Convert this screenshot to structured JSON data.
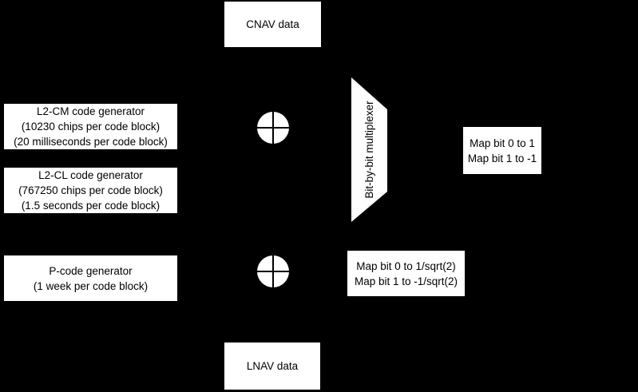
{
  "page": {
    "background_color": "#000000",
    "shape_fill_color": "#ffffff",
    "text_color": "#000000"
  },
  "diagram": {
    "cnav_box": {
      "label": "CNAV data"
    },
    "l2cm_box": {
      "lines": [
        "L2-CM code generator",
        "(10230 chips per code block)",
        "(20 milliseconds per code block)"
      ]
    },
    "l2cl_box": {
      "lines": [
        "L2-CL code generator",
        "(767250 chips per code block)",
        "(1.5 seconds per code block)"
      ]
    },
    "pcode_box": {
      "lines": [
        "P-code generator",
        "(1 week per code block)"
      ]
    },
    "multiplexer": {
      "label": "Bit-by-bit multiplexer"
    },
    "map_bits_box": {
      "lines": [
        "Map bit 0 to 1",
        "Map bit 1 to -1"
      ]
    },
    "map_sqrt_box": {
      "lines": [
        "Map bit 0 to 1/sqrt(2)",
        "Map bit 1 to -1/sqrt(2)"
      ]
    },
    "lnav_box": {
      "label": "LNAV data"
    },
    "adder_symbol": "circled-plus (modulo-2 adder)"
  }
}
